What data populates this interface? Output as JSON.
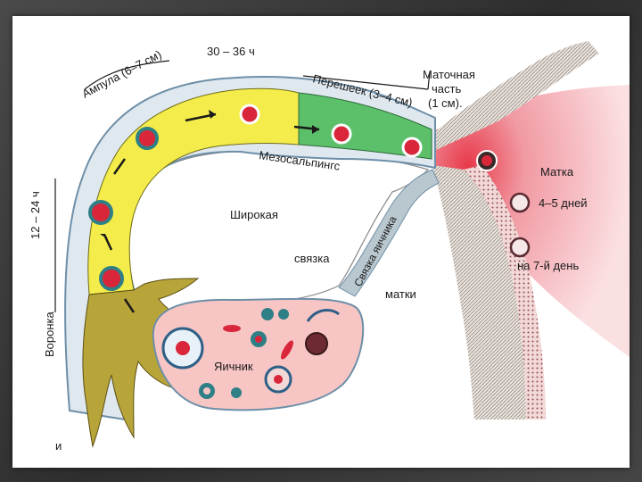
{
  "labels": {
    "ampulla": "Ампула (6–7 см)",
    "time_30_36": "30 – 36 ч",
    "isthmus": "Перешеек (3–4 см)",
    "uterine_part_1": "Маточная",
    "uterine_part_2": "часть",
    "uterine_part_3": "(1 см).",
    "mesosalpinx": "Мезосальпингс",
    "uterus": "Матка",
    "days_4_5": "4–5 дней",
    "day_7": "на 7-й день",
    "broad": "Широкая",
    "ligament": "связка",
    "of_uterus": "матки",
    "ovarian_ligament": "Связка яичника",
    "time_12_24": "12 – 24 ч",
    "infundibulum": "Воронка",
    "ovary": "Яичник",
    "corner_letter": "и"
  },
  "colors": {
    "ampulla_fill": "#f3ec4a",
    "isthmus_fill": "#5cbf6a",
    "uterus_pink": "#f6b7bd",
    "uterus_red": "#e8394a",
    "ovary_fill": "#f7c6c4",
    "fimbria_fill": "#b8a53a",
    "egg_red": "#d9263a",
    "cell_teal": "#2e7f86",
    "tube_wall": "#6e8fa8"
  }
}
